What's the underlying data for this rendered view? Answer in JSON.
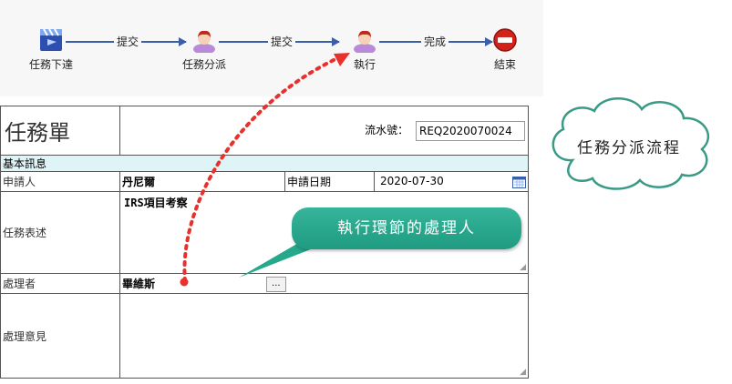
{
  "workflow": {
    "nodes": [
      {
        "label": "任務下達",
        "icon": "film-clapper-icon"
      },
      {
        "label": "任務分派",
        "icon": "user-icon"
      },
      {
        "label": "執行",
        "icon": "user-icon"
      },
      {
        "label": "結束",
        "icon": "stop-icon"
      }
    ],
    "connectors": [
      {
        "label": "提交"
      },
      {
        "label": "提交"
      },
      {
        "label": "完成"
      }
    ]
  },
  "form": {
    "title": "任務單",
    "serial_label": "流水號：",
    "serial_value": "REQ2020070024",
    "section_basic": "基本訊息",
    "applicant_label": "申請人",
    "applicant_value": "丹尼爾",
    "apply_date_label": "申請日期",
    "apply_date_value": "2020-07-30",
    "task_desc_label": "任務表述",
    "task_desc_value": "IRS項目考察",
    "handler_label": "處理者",
    "handler_value": "畢維斯",
    "handler_button": "...",
    "opinion_label": "處理意見",
    "opinion_value": ""
  },
  "annotations": {
    "callout_text": "執行環節的處理人",
    "cloud_text": "任務分派流程"
  },
  "colors": {
    "connector": "#3a5fa8",
    "section_bg": "#dff4f6",
    "callout": "#26a88c",
    "dotted_arrow": "#e8302c"
  }
}
